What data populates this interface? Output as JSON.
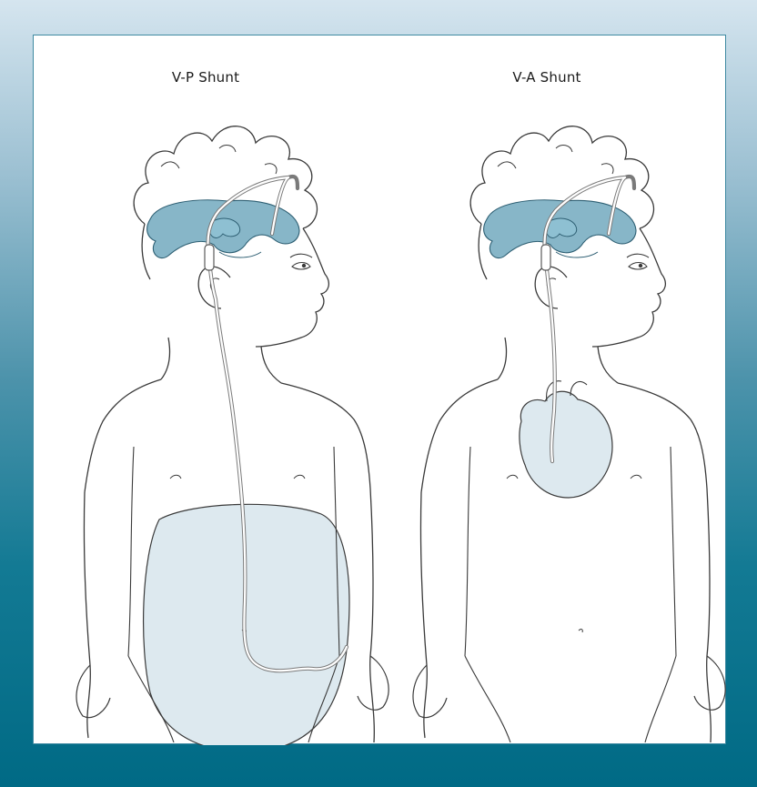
{
  "figure": {
    "colors": {
      "background_top": "#d5e5ef",
      "background_bottom": "#006a85",
      "frame": "#3f8aa2",
      "organ_fill": "#dde9ef",
      "ventricle_fill": "#5f9db6",
      "line": "#3a3a3a",
      "shunt_tube": "#ffffff"
    },
    "panels": [
      {
        "title": "V-P Shunt",
        "organ": "peritoneal cavity"
      },
      {
        "title": "V-A Shunt",
        "organ": "heart"
      }
    ]
  }
}
